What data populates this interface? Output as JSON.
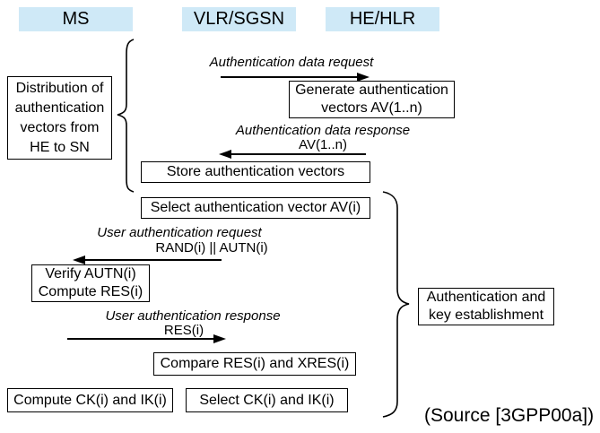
{
  "colors": {
    "background": "#ffffff",
    "header_bg": "#cfe9f7",
    "line": "#000000",
    "text": "#000000"
  },
  "actors": {
    "ms": "MS",
    "vlr": "VLR/SGSN",
    "hlr": "HE/HLR"
  },
  "boxes": {
    "distribution": "Distribution of\nauthentication\nvectors from\nHE to SN",
    "generate": "Generate authentication\nvectors AV(1..n)",
    "store": "Store authentication vectors",
    "select_av": "Select authentication vector AV(i)",
    "verify": "Verify AUTN(i)\nCompute RES(i)",
    "compare": "Compare RES(i) and XRES(i)",
    "compute_ck": "Compute CK(i) and IK(i)",
    "select_ck": "Select CK(i) and IK(i)",
    "auth_establishment": "Authentication and\nkey establishment"
  },
  "messages": {
    "auth_data_request": {
      "label": "Authentication data request",
      "direction": "right"
    },
    "auth_data_response": {
      "label": "Authentication data response",
      "param": "AV(1..n)",
      "direction": "left"
    },
    "user_auth_request": {
      "label": "User authentication request",
      "param": "RAND(i) || AUTN(i)",
      "direction": "left"
    },
    "user_auth_response": {
      "label": "User authentication response",
      "param": "RES(i)",
      "direction": "right"
    }
  },
  "source_note": "(Source [3GPP00a])"
}
